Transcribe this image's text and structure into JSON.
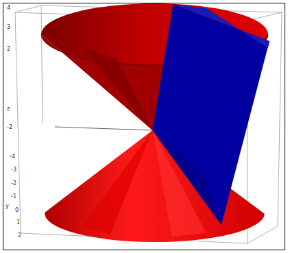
{
  "diagram": {
    "labels": [
      "4",
      "3",
      "2",
      "z",
      "-2",
      "-4",
      "-3",
      "-2",
      "-1",
      "0",
      "1",
      "2",
      "y"
    ]
  }
}
